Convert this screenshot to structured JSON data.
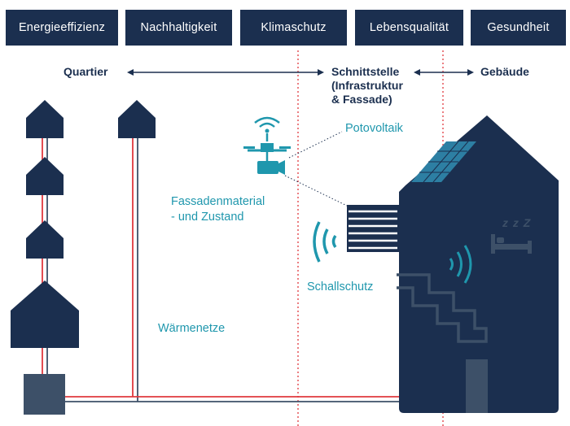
{
  "tabs": [
    {
      "label": "Energieeffizienz"
    },
    {
      "label": "Nachhaltigkeit"
    },
    {
      "label": "Klimaschutz"
    },
    {
      "label": "Lebensqualität"
    },
    {
      "label": "Gesundheit"
    }
  ],
  "headers": {
    "quartier": "Quartier",
    "schnittstelle_1": "Schnittstelle",
    "schnittstelle_2": "(Infrastruktur",
    "schnittstelle_3": "& Fassade)",
    "gebaeude": "Gebäude"
  },
  "labels": {
    "photovoltaik": "Potovoltaik",
    "fassade_1": "Fassadenmaterial",
    "fassade_2": "- und Zustand",
    "schallschutz": "Schallschutz",
    "waermenetze": "Wärmenetze",
    "sleep": "z z Z"
  },
  "colors": {
    "navy": "#1b2f4f",
    "teal": "#1f97ad",
    "red": "#e0393e",
    "steel": "#3d5068",
    "panel_blue": "#2d7fa3"
  }
}
